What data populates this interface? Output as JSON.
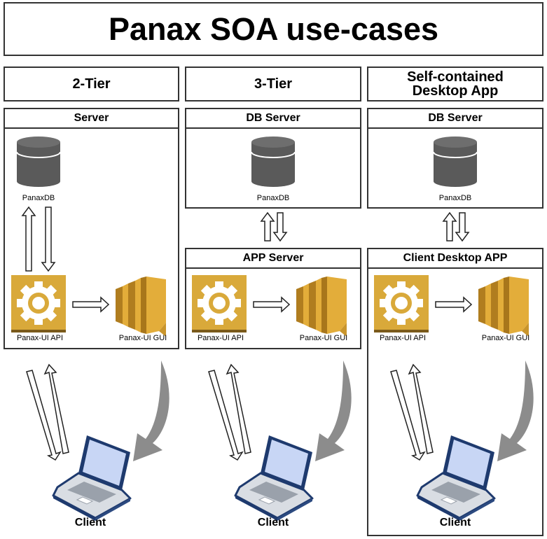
{
  "title": "Panax SOA use-cases",
  "columns": [
    {
      "heading": "2-Tier",
      "server_label": "Server",
      "db_label": "PanaxDB",
      "api_label": "Panax-UI API",
      "gui_label": "Panax-UI GUI",
      "client_label": "Client"
    },
    {
      "heading": "3-Tier",
      "server_label": "DB Server",
      "app_label": "APP Server",
      "db_label": "PanaxDB",
      "api_label": "Panax-UI API",
      "gui_label": "Panax-UI GUI",
      "client_label": "Client"
    },
    {
      "heading": "Self-contained Desktop App",
      "server_label": "DB Server",
      "app_label": "Client Desktop APP",
      "db_label": "PanaxDB",
      "api_label": "Panax-UI API",
      "gui_label": "Panax-UI GUI",
      "client_label": "Client"
    }
  ],
  "colors": {
    "border": "#333333",
    "db": "#5a5a5a",
    "api_gold": "#d9a93a",
    "gui_gold": "#e0a830",
    "arrow_gray": "#8c8c8c",
    "laptop_screen": "#c8d6f5",
    "laptop_frame": "#1e3a6e"
  }
}
